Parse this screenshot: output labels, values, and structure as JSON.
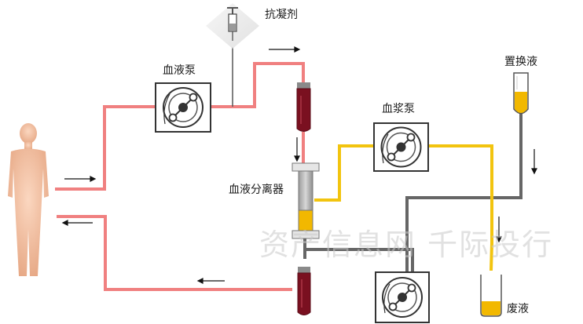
{
  "labels": {
    "anticoagulant": "抗凝剂",
    "blood_pump": "血液泵",
    "plasma_pump": "血浆泵",
    "separator": "血液分离器",
    "replacement_fluid": "置换液",
    "waste_fluid": "废液"
  },
  "watermark": "资产信息网 千际投行",
  "colors": {
    "blood_line": "#f08080",
    "plasma_line": "#f2c40f",
    "replacement_line": "#666666",
    "blood_dark": "#7a1020",
    "yellow_fluid": "#f2b800",
    "human": "#f2c0a0"
  }
}
